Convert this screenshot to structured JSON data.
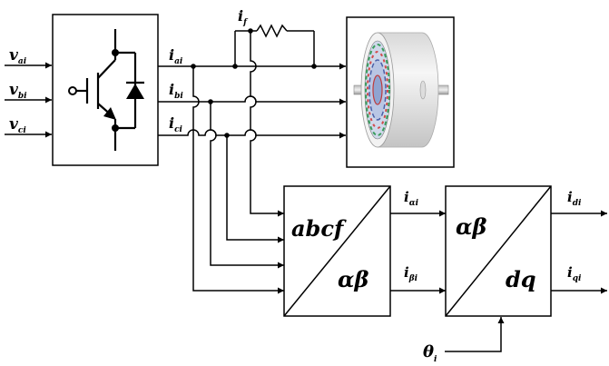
{
  "inputs": {
    "va": {
      "main": "v",
      "sub": "ai"
    },
    "vb": {
      "main": "v",
      "sub": "bi"
    },
    "vc": {
      "main": "v",
      "sub": "ci"
    }
  },
  "currents": {
    "ia": {
      "main": "i",
      "sub": "ai"
    },
    "ib": {
      "main": "i",
      "sub": "bi"
    },
    "ic": {
      "main": "i",
      "sub": "ci"
    },
    "if": {
      "main": "i",
      "sub": "f"
    }
  },
  "clarke_block": {
    "top": "abcf",
    "bottom": "αβ"
  },
  "clarke_outputs": {
    "ialpha": {
      "main": "i",
      "sub": "αi"
    },
    "ibeta": {
      "main": "i",
      "sub": "βi"
    }
  },
  "park_block": {
    "top": "αβ",
    "bottom": "dq"
  },
  "park_outputs": {
    "id": {
      "main": "i",
      "sub": "di"
    },
    "iq": {
      "main": "i",
      "sub": "qi"
    }
  },
  "angle": {
    "main": "θ",
    "sub": "i"
  },
  "colors": {
    "line": "#000000",
    "motor_body": "#e6e6e6",
    "motor_face": "#f2f2f2"
  }
}
